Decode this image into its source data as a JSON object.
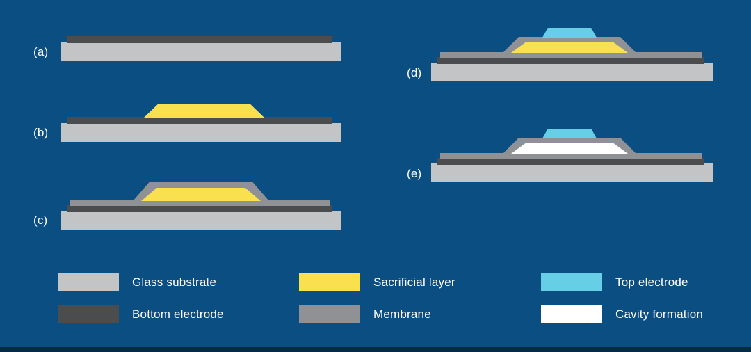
{
  "colors": {
    "bg": "#0B4E82",
    "glass": "#C3C4C6",
    "bottom_electrode": "#4B4C4E",
    "sacrificial": "#F9E04E",
    "membrane": "#8F9194",
    "top_electrode": "#66CFE6",
    "cavity": "#FFFFFF",
    "text": "#FFFFFF",
    "footer": "#052B41"
  },
  "panels": [
    {
      "id": "a",
      "label": "(a)",
      "layers": [
        "glass substrate",
        "bottom electrode"
      ]
    },
    {
      "id": "b",
      "label": "(b)",
      "layers": [
        "glass substrate",
        "bottom electrode",
        "sacrificial layer"
      ]
    },
    {
      "id": "c",
      "label": "(c)",
      "layers": [
        "glass substrate",
        "bottom electrode",
        "sacrificial layer",
        "membrane"
      ]
    },
    {
      "id": "d",
      "label": "(d)",
      "layers": [
        "glass substrate",
        "bottom electrode",
        "sacrificial layer",
        "membrane",
        "top electrode"
      ]
    },
    {
      "id": "e",
      "label": "(e)",
      "layers": [
        "glass substrate",
        "bottom electrode",
        "cavity formation",
        "membrane",
        "top electrode"
      ]
    }
  ],
  "legend": [
    {
      "label": "Glass substrate",
      "color": "#C3C4C6"
    },
    {
      "label": "Sacrificial layer",
      "color": "#F9E04E"
    },
    {
      "label": "Top electrode",
      "color": "#66CFE6"
    },
    {
      "label": "Bottom electrode",
      "color": "#4B4C4E"
    },
    {
      "label": "Membrane",
      "color": "#8F9194"
    },
    {
      "label": "Cavity formation",
      "color": "#FFFFFF"
    }
  ]
}
